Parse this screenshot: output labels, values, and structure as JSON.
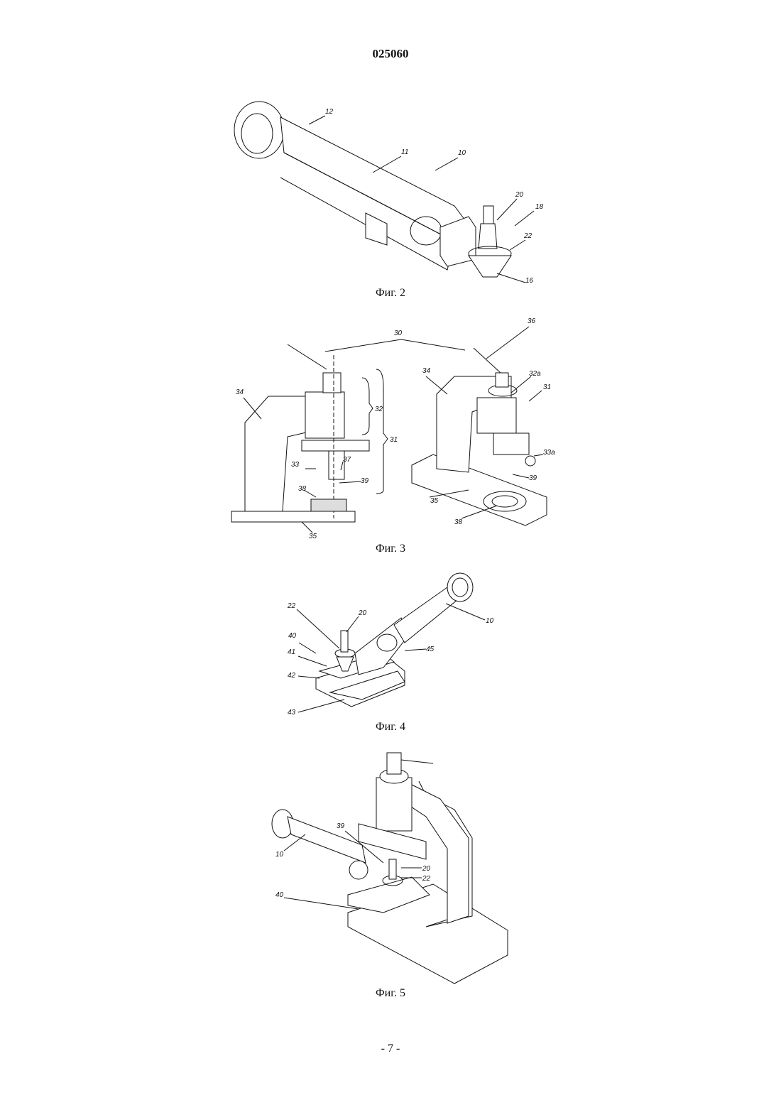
{
  "header": {
    "patent_number": "025060"
  },
  "figures": [
    {
      "caption": "Фиг. 2",
      "labels": [
        "12",
        "11",
        "10",
        "20",
        "18",
        "22",
        "16"
      ]
    },
    {
      "caption": "Фиг. 3",
      "labels": [
        "30",
        "36",
        "34",
        "32",
        "31",
        "33",
        "37",
        "39",
        "38",
        "35",
        "32a",
        "33a",
        "31",
        "34",
        "39",
        "35",
        "38"
      ]
    },
    {
      "caption": "Фиг. 4",
      "labels": [
        "22",
        "20",
        "10",
        "40",
        "45",
        "41",
        "42",
        "43"
      ]
    },
    {
      "caption": "Фиг. 5",
      "labels": [
        "10",
        "39",
        "20",
        "22",
        "40"
      ]
    }
  ],
  "footer": {
    "page": "- 7 -"
  }
}
